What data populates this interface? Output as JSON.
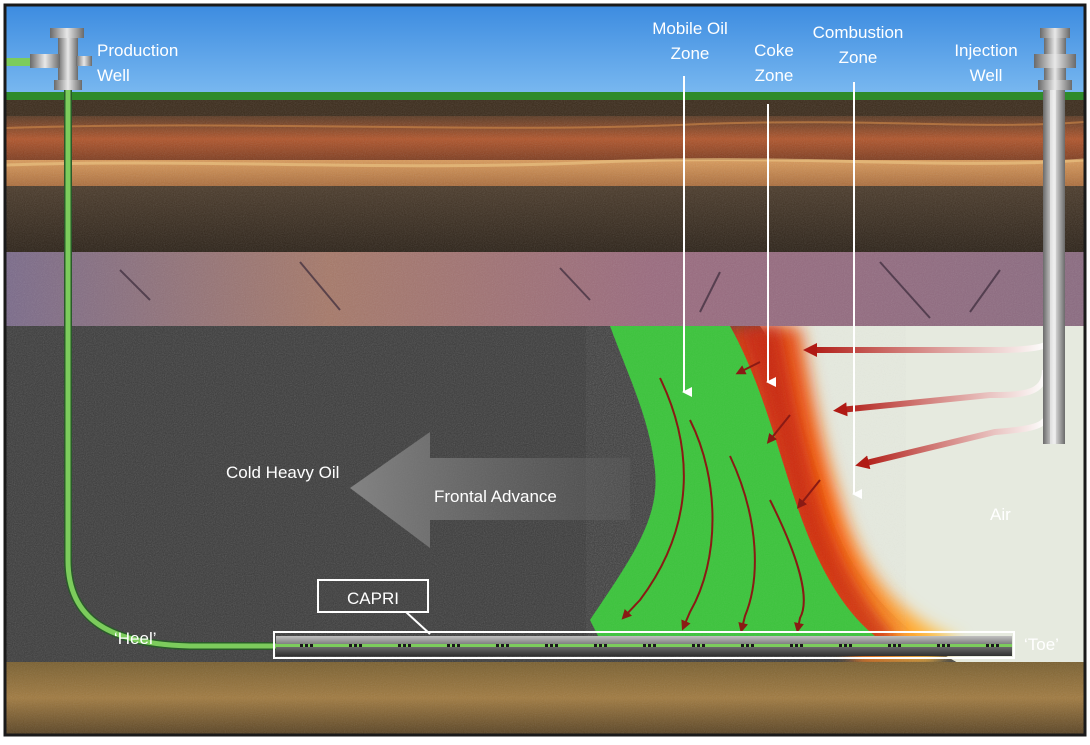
{
  "labels": {
    "production_well": [
      "Production",
      "Well"
    ],
    "injection_well": [
      "Injection",
      "Well"
    ],
    "mobile_oil_zone": [
      "Mobile Oil",
      "Zone"
    ],
    "coke_zone": [
      "Coke",
      "Zone"
    ],
    "combustion_zone": [
      "Combustion",
      "Zone"
    ],
    "cold_heavy_oil": "Cold Heavy Oil",
    "frontal_advance": "Frontal Advance",
    "air": "Air",
    "capri": "CAPRI",
    "heel": "‘Heel’",
    "toe": "‘Toe’"
  },
  "colors": {
    "sky": "#5aa4ea",
    "ground_line": "#2f8a2a",
    "heavy_oil": "#3a3a3a",
    "mobile_oil": "#3cc43c",
    "combustion": "#e0601a",
    "air_zone": "#e8ece0",
    "well_pipe": "#7ccc5c",
    "flow_arrow": "#8a1a14"
  }
}
